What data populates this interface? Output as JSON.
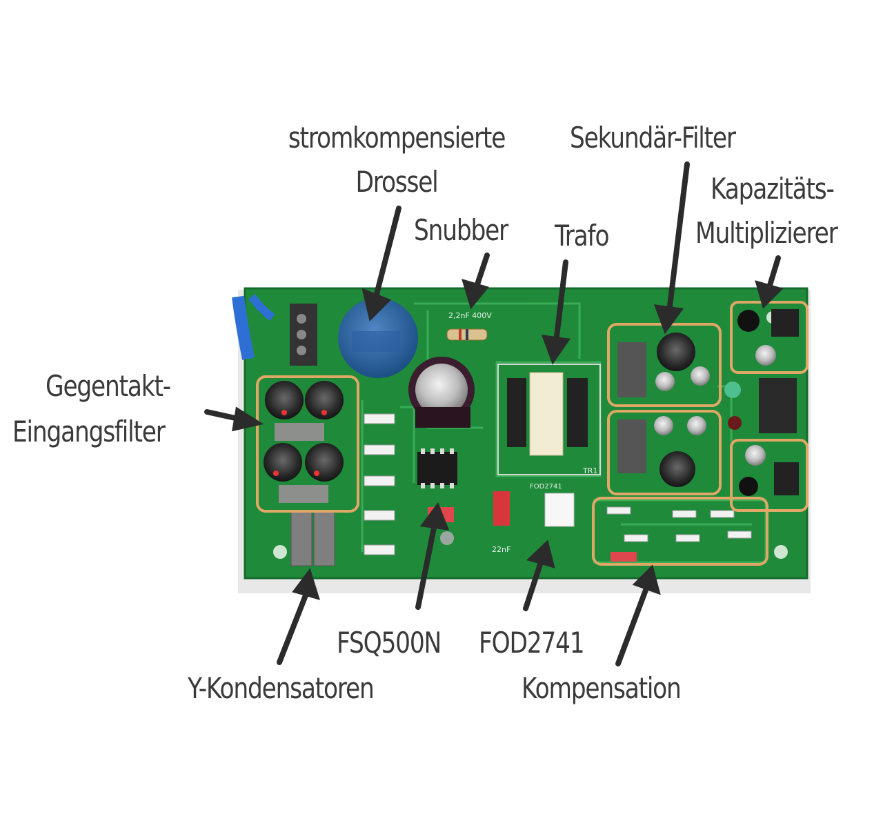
{
  "labels": {
    "drossel_line1": "stromkompensierte",
    "drossel_line2": "Drossel",
    "sekundaer": "Sekundär-Filter",
    "kapazitaet_line1": "Kapazitäts-",
    "kapazitaet_line2": "Multiplizierer",
    "snubber": "Snubber",
    "trafo": "Trafo",
    "gegentakt_line1": "Gegentakt-",
    "gegentakt_line2": "Eingangsfilter",
    "fsq": "FSQ500N",
    "fod": "FOD2741",
    "ykond": "Y-Kondensatoren",
    "kompensation": "Kompensation"
  },
  "board_prints": {
    "snubber_cap": "2,2nF 400V",
    "trafo_ref": "TR1",
    "fod_ref": "FOD2741",
    "cap_ref": "22nF"
  },
  "colors": {
    "pcb_green": "#1f8a3a",
    "highlight_box": "#e0a866",
    "arrow": "#2b2b2b",
    "text": "#3a3a3a"
  }
}
